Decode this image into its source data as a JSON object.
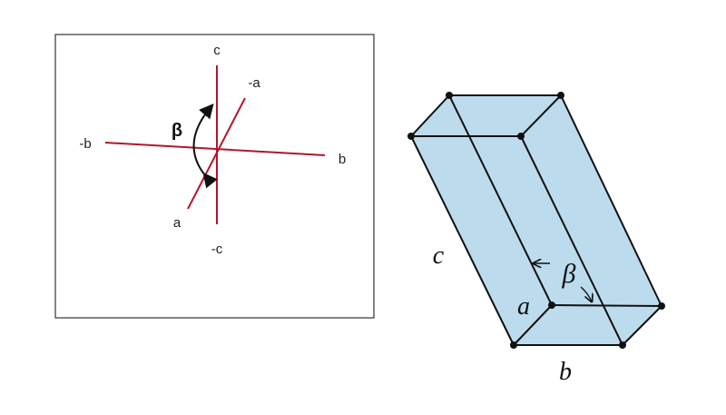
{
  "left_panel": {
    "axis_labels": {
      "c": "c",
      "neg_c": "-c",
      "b": "b",
      "neg_b": "-b",
      "a": "a",
      "neg_a": "-a"
    },
    "angle_label": "β"
  },
  "right_panel": {
    "edge_labels": {
      "c": "c",
      "a": "a",
      "b": "b"
    },
    "angle_label": "β"
  },
  "colors": {
    "axis": "#b0182a",
    "box_fill": "#bcdcee",
    "edge": "#111111",
    "frame": "#333333"
  }
}
